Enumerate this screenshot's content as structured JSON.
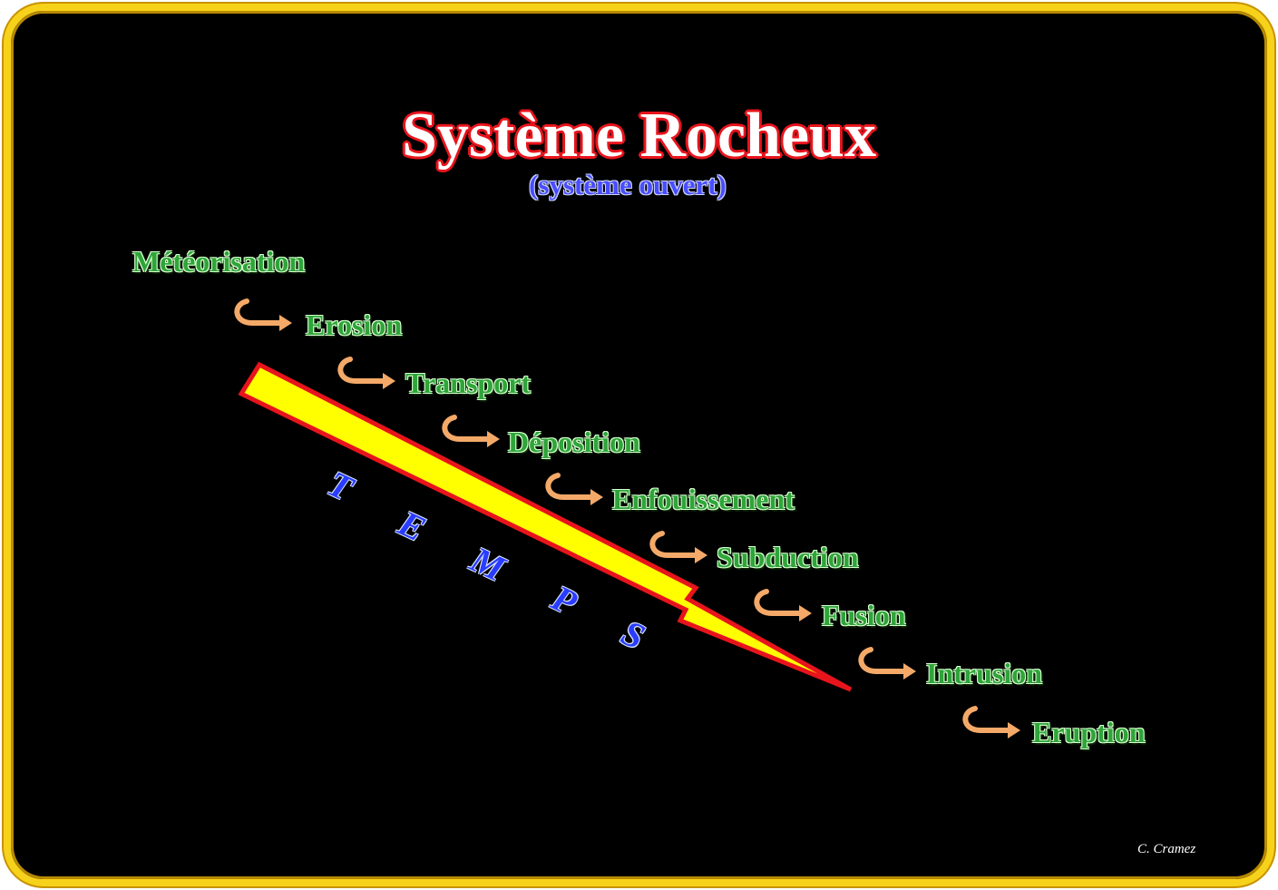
{
  "title": "Système Rocheux",
  "subtitle": "(système ouvert)",
  "steps": [
    "Météorisation",
    "Erosion",
    "Transport",
    "Déposition",
    "Enfouissement",
    "Subduction",
    "Fusion",
    "Intrusion",
    "Eruption"
  ],
  "time_letters": [
    "T",
    "E",
    "M",
    "P",
    "S"
  ],
  "author": "C. Cramez",
  "colors": {
    "frame": "#f7d21a",
    "background": "#000000",
    "title_outline": "#e8141c",
    "subtitle": "#4a4cff",
    "steps": "#2fa43a",
    "time_letters": "#2a3cff",
    "arrow_fill": "#ffff00",
    "arrow_outline": "#e8141c",
    "step_arrows": "#f4a968"
  }
}
